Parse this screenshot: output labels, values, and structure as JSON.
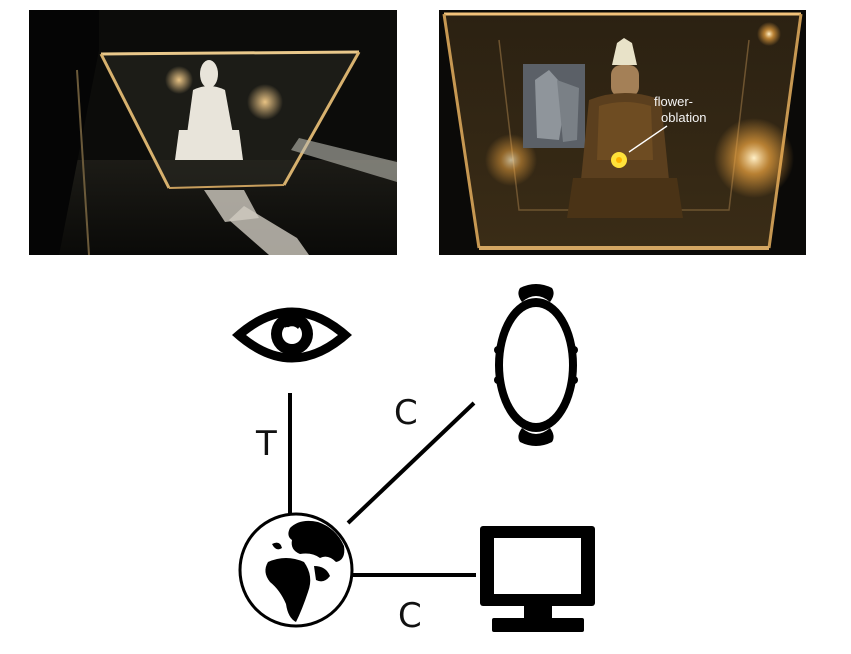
{
  "photos": {
    "left": {
      "subject": "figurine-in-glass-display"
    },
    "right": {
      "subject": "statue-with-virtual-overlay",
      "annotation_line1": "flower-",
      "annotation_line2": "oblation"
    }
  },
  "diagram": {
    "nodes": [
      {
        "id": "viewer",
        "icon": "eye-icon"
      },
      {
        "id": "mirror",
        "icon": "mirror-icon"
      },
      {
        "id": "real-world",
        "icon": "globe-icon"
      },
      {
        "id": "computer",
        "icon": "monitor-icon"
      }
    ],
    "edges": [
      {
        "from": "viewer",
        "to": "real-world",
        "label": "T"
      },
      {
        "from": "real-world",
        "to": "mirror",
        "label": "C"
      },
      {
        "from": "real-world",
        "to": "computer",
        "label": "C"
      }
    ],
    "colors": {
      "ink": "#000000",
      "photo_bg": "#0b0b0a",
      "glow": "#f2b95a"
    }
  }
}
